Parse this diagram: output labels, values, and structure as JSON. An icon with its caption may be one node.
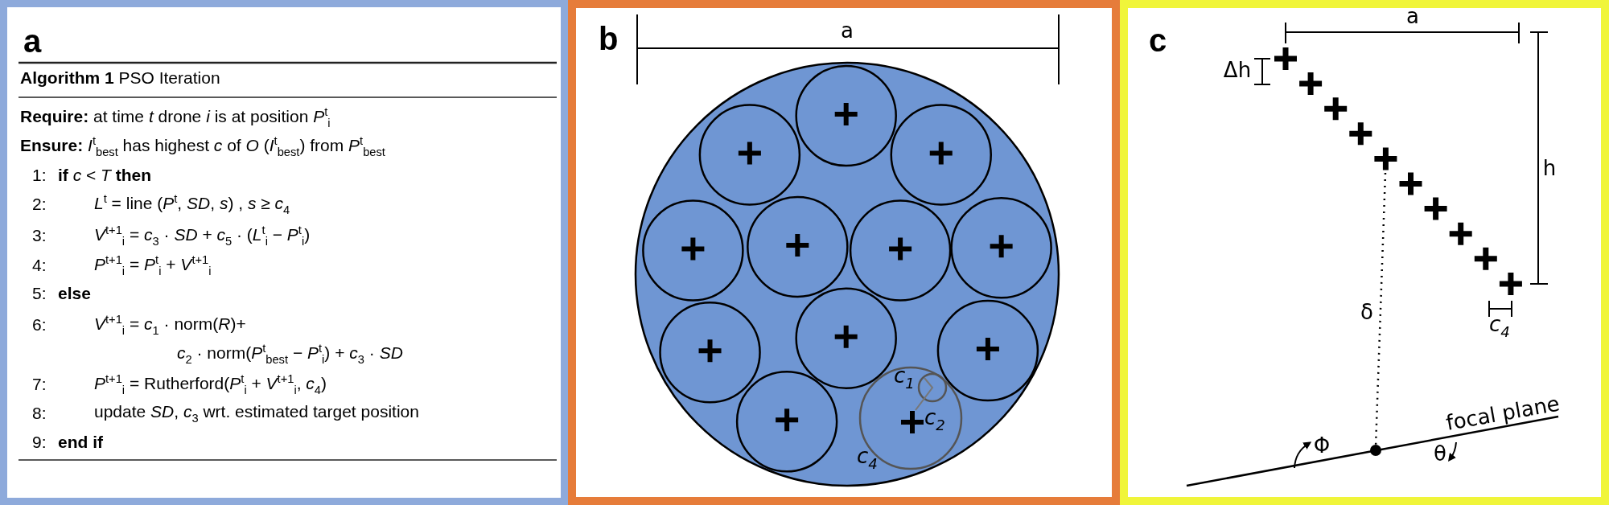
{
  "diagram": {
    "nodes": [
      {
        "text": [
          "a"
        ]
      },
      {
        "text": [
          "b"
        ]
      },
      {
        "text": [
          "c"
        ]
      }
    ],
    "labels": [
      "**Algorithm 1** PSO Iteration",
      "**Require:**  at time *t* drone *i* is at position *P*$^{t}$$_{i}$",
      "**Ensure:**  *I*$^{t}$$_{best}$ has highest *c* of *O* (*I*$^{t}$$_{best}$) from *P*$^{t}$$_{best}$",
      "1:",
      "**if** *c* < *T* **then**",
      "2:",
      "*L*$^{t}$ = line (*P*$^{t}$, *SD*, *s*) , *s* ≥ *c*$_{4}$",
      "3:",
      "*V*$^{t+1}$$_{i}$ = *c*$_{3}$ · *SD* + *c*$_{5}$ · (*L*$^{t}$$_{i}$ − *P*$^{t}$$_{i}$)",
      "4:",
      "*P*$^{t+1}$$_{i}$ = *P*$^{t}$$_{i}$ + *V*$^{t+1}$$_{i}$",
      "5:",
      "else",
      "6:",
      "*V*$^{t+1}$$_{i}$ = *c*$_{1}$ · norm(*R*)+",
      "*c*$_{2}$ · norm(*P*$^{t}$$_{best}$ − *P*$^{t}$$_{i}$) + *c*$_{3}$ · *SD*",
      "7:",
      "*P*$^{t+1}$$_{i}$ = Rutherford(*P*$^{t}$$_{i}$ + *V*$^{t+1}$$_{i}$, *c*$_{4}$)",
      "8:",
      "update *SD*, *c*$_{3}$ wrt. estimated target position",
      "9:",
      "end if",
      "a",
      "c$_{1}$",
      "c$_{2}$",
      "c$_{4}$",
      "a",
      "Δh",
      "h",
      "δ",
      "c$_{4}$",
      "focal plane",
      "Φ",
      "θ"
    ]
  }
}
